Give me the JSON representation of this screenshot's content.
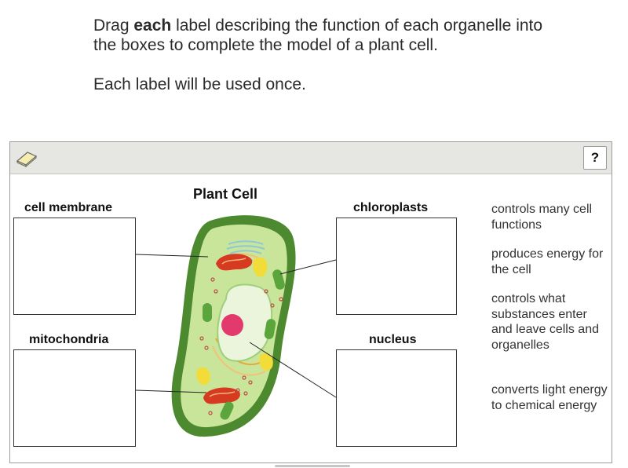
{
  "instructions": {
    "line1_pre": "Drag ",
    "line1_bold": "each",
    "line1_post": " label describing the function of each organelle into the boxes to complete the model of a plant cell.",
    "line2": "Each label will be used once."
  },
  "toolbar": {
    "eraser_icon": "eraser-icon",
    "help_label": "?"
  },
  "diagram": {
    "title": "Plant Cell",
    "targets": [
      {
        "label": "cell membrane"
      },
      {
        "label": "mitochondria"
      },
      {
        "label": "chloroplasts"
      },
      {
        "label": "nucleus"
      }
    ]
  },
  "choices": [
    {
      "text": "controls many cell functions"
    },
    {
      "text": "produces energy for the cell"
    },
    {
      "text": "controls what substances enter and leave cells and organelles"
    },
    {
      "text": "converts light energy to chemical energy"
    }
  ],
  "colors": {
    "cell_wall": "#4d8a2f",
    "cytoplasm": "#c8e59a",
    "nucleus_fill": "#eaf5dc",
    "nucleolus": "#e23a6c",
    "mitochondria": "#d63a20",
    "chloroplast": "#5aa63c"
  }
}
